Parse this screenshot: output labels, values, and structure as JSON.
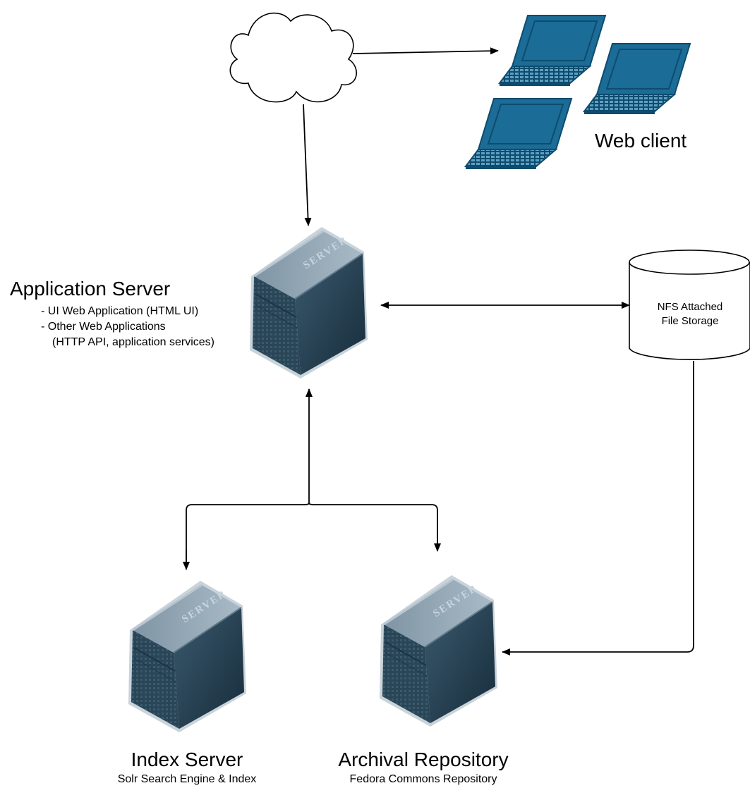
{
  "web_client": {
    "label": "Web client"
  },
  "application_server": {
    "title": "Application Server",
    "details": [
      "- UI Web Application (HTML UI)",
      "- Other Web Applications",
      "(HTTP API, application services)"
    ]
  },
  "nfs_storage": {
    "line1": "NFS Attached",
    "line2": "File Storage"
  },
  "index_server": {
    "title": "Index Server",
    "subtitle": "Solr Search Engine & Index"
  },
  "archival_repository": {
    "title": "Archival Repository",
    "subtitle": "Fedora Commons Repository"
  },
  "server_badge_text": "SERVER",
  "colors": {
    "laptop_fill": "#1b6c97",
    "laptop_dark": "#0e4c6e",
    "server_front": "#2c4a5e",
    "server_top": "#8ea3b3",
    "server_side": "#1d3646",
    "line": "#000000"
  }
}
